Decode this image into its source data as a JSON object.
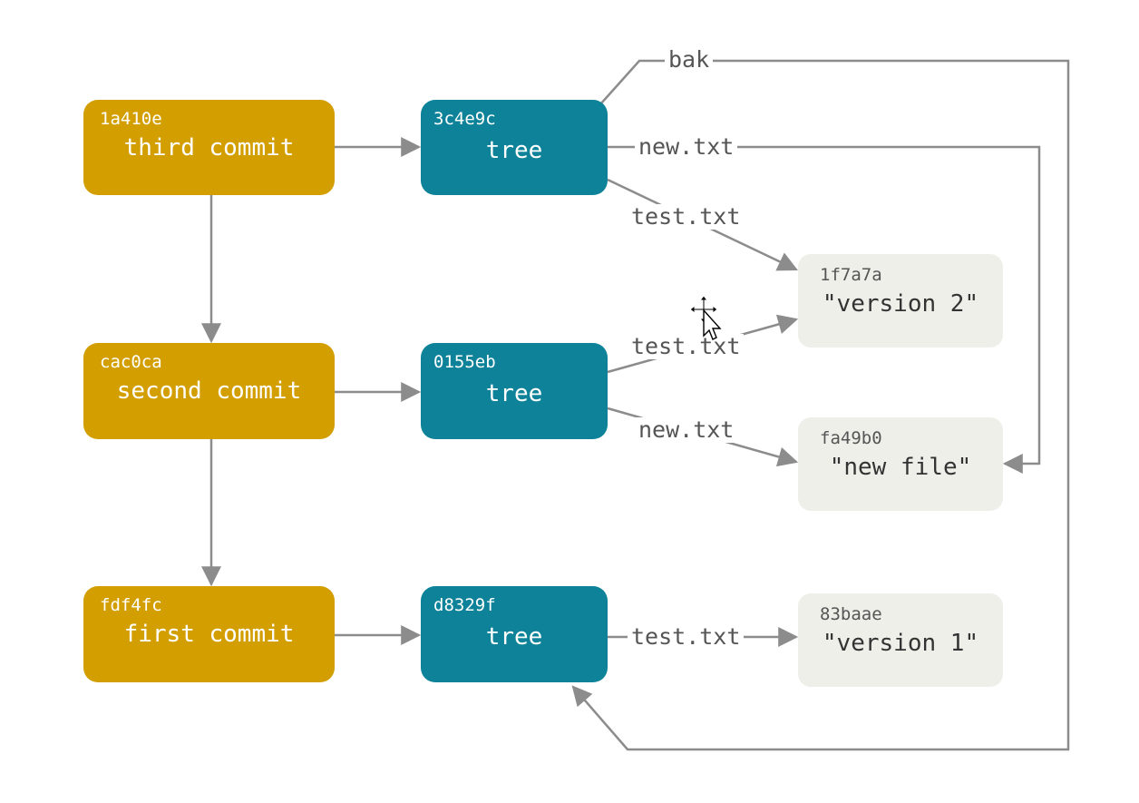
{
  "commits": [
    {
      "hash": "1a410e",
      "label": "third commit"
    },
    {
      "hash": "cac0ca",
      "label": "second commit"
    },
    {
      "hash": "fdf4fc",
      "label": "first commit"
    }
  ],
  "trees": [
    {
      "hash": "3c4e9c",
      "label": "tree"
    },
    {
      "hash": "0155eb",
      "label": "tree"
    },
    {
      "hash": "d8329f",
      "label": "tree"
    }
  ],
  "blobs": [
    {
      "hash": "1f7a7a",
      "label": "\"version 2\""
    },
    {
      "hash": "fa49b0",
      "label": "\"new file\""
    },
    {
      "hash": "83baae",
      "label": "\"version 1\""
    }
  ],
  "edge_labels": {
    "bak": "bak",
    "t1_new": "new.txt",
    "t1_test": "test.txt",
    "t2_test": "test.txt",
    "t2_new": "new.txt",
    "t3_test": "test.txt"
  },
  "colors": {
    "commit": "#d39e00",
    "tree": "#0d8299",
    "blob": "#efefea",
    "arrow": "#8c8c8c"
  }
}
